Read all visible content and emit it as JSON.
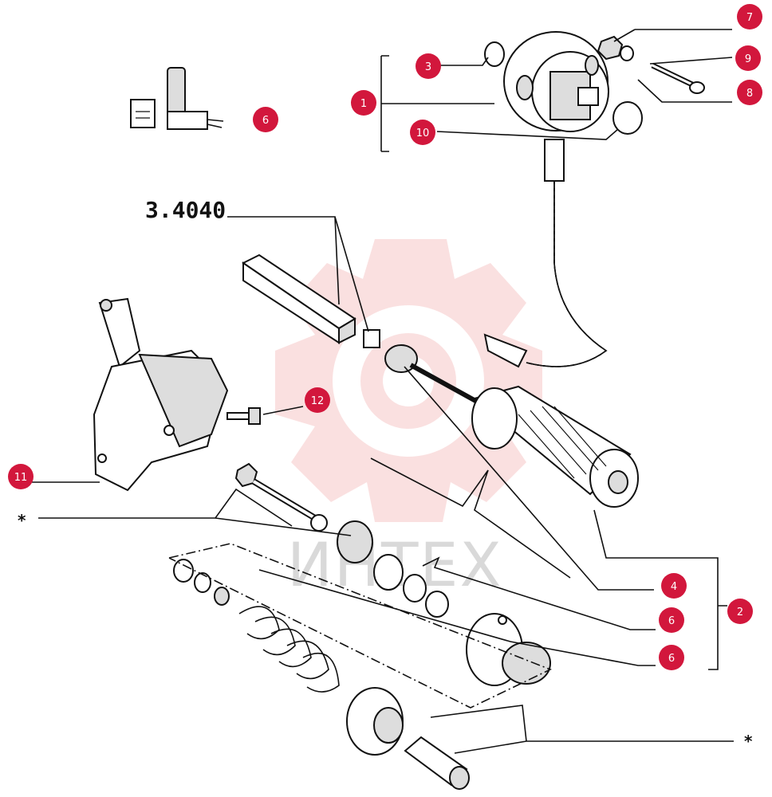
{
  "reference_code": "3.4040",
  "asterisk": "*",
  "watermark_text": "ИНТЕХ",
  "colors": {
    "callout_fill": "#d2173c",
    "callout_text": "#ffffff",
    "line": "#111111",
    "watermark_gear": "#f6c7c7",
    "watermark_text": "#d9d9d9"
  },
  "callouts": [
    {
      "label": "1"
    },
    {
      "label": "2"
    },
    {
      "label": "3"
    },
    {
      "label": "4"
    },
    {
      "label": "6"
    },
    {
      "label": "6"
    },
    {
      "label": "6"
    },
    {
      "label": "7"
    },
    {
      "label": "8"
    },
    {
      "label": "9"
    },
    {
      "label": "10"
    },
    {
      "label": "11"
    },
    {
      "label": "12"
    }
  ]
}
